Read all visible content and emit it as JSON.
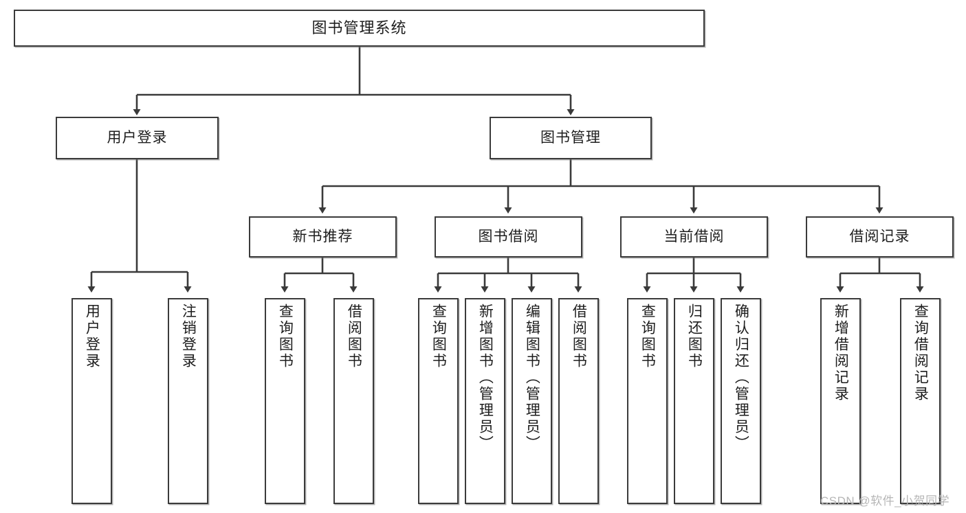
{
  "diagram": {
    "title": "图书管理系统",
    "type": "hierarchy-tree",
    "watermark": "CSDN @软件_小贺同学",
    "colors": {
      "node_border": "#3a3a3a",
      "node_fill": "#ffffff",
      "connector": "#3a3a3a",
      "text": "#1d1d1d",
      "watermark": "#b6b6b6",
      "background": "#ffffff"
    }
  },
  "nodes": {
    "root": {
      "label": "图书管理系统"
    },
    "level2": [
      {
        "label": "用户登录"
      },
      {
        "label": "图书管理"
      }
    ],
    "level3": [
      {
        "label": "新书推荐"
      },
      {
        "label": "图书借阅"
      },
      {
        "label": "当前借阅"
      },
      {
        "label": "借阅记录"
      }
    ],
    "leaves": {
      "user_login": [
        {
          "label": "用户登录"
        },
        {
          "label": "注销登录"
        }
      ],
      "new_book_recommend": [
        {
          "label": "查询图书"
        },
        {
          "label": "借阅图书"
        }
      ],
      "book_borrow": [
        {
          "label": "查询图书"
        },
        {
          "label": "新增图书（管理员）"
        },
        {
          "label": "编辑图书（管理员）"
        },
        {
          "label": "借阅图书"
        }
      ],
      "current_borrow": [
        {
          "label": "查询图书"
        },
        {
          "label": "归还图书"
        },
        {
          "label": "确认归还（管理员）"
        }
      ],
      "borrow_record": [
        {
          "label": "新增借阅记录"
        },
        {
          "label": "查询借阅记录"
        }
      ]
    }
  },
  "chart_data": {
    "type": "table",
    "title": "图书管理系统 功能结构",
    "tree": {
      "name": "图书管理系统",
      "children": [
        {
          "name": "用户登录",
          "children": [
            {
              "name": "用户登录"
            },
            {
              "name": "注销登录"
            }
          ]
        },
        {
          "name": "图书管理",
          "children": [
            {
              "name": "新书推荐",
              "children": [
                {
                  "name": "查询图书"
                },
                {
                  "name": "借阅图书"
                }
              ]
            },
            {
              "name": "图书借阅",
              "children": [
                {
                  "name": "查询图书"
                },
                {
                  "name": "新增图书（管理员）"
                },
                {
                  "name": "编辑图书（管理员）"
                },
                {
                  "name": "借阅图书"
                }
              ]
            },
            {
              "name": "当前借阅",
              "children": [
                {
                  "name": "查询图书"
                },
                {
                  "name": "归还图书"
                },
                {
                  "name": "确认归还（管理员）"
                }
              ]
            },
            {
              "name": "借阅记录",
              "children": [
                {
                  "name": "新增借阅记录"
                },
                {
                  "name": "查询借阅记录"
                }
              ]
            }
          ]
        }
      ]
    }
  }
}
